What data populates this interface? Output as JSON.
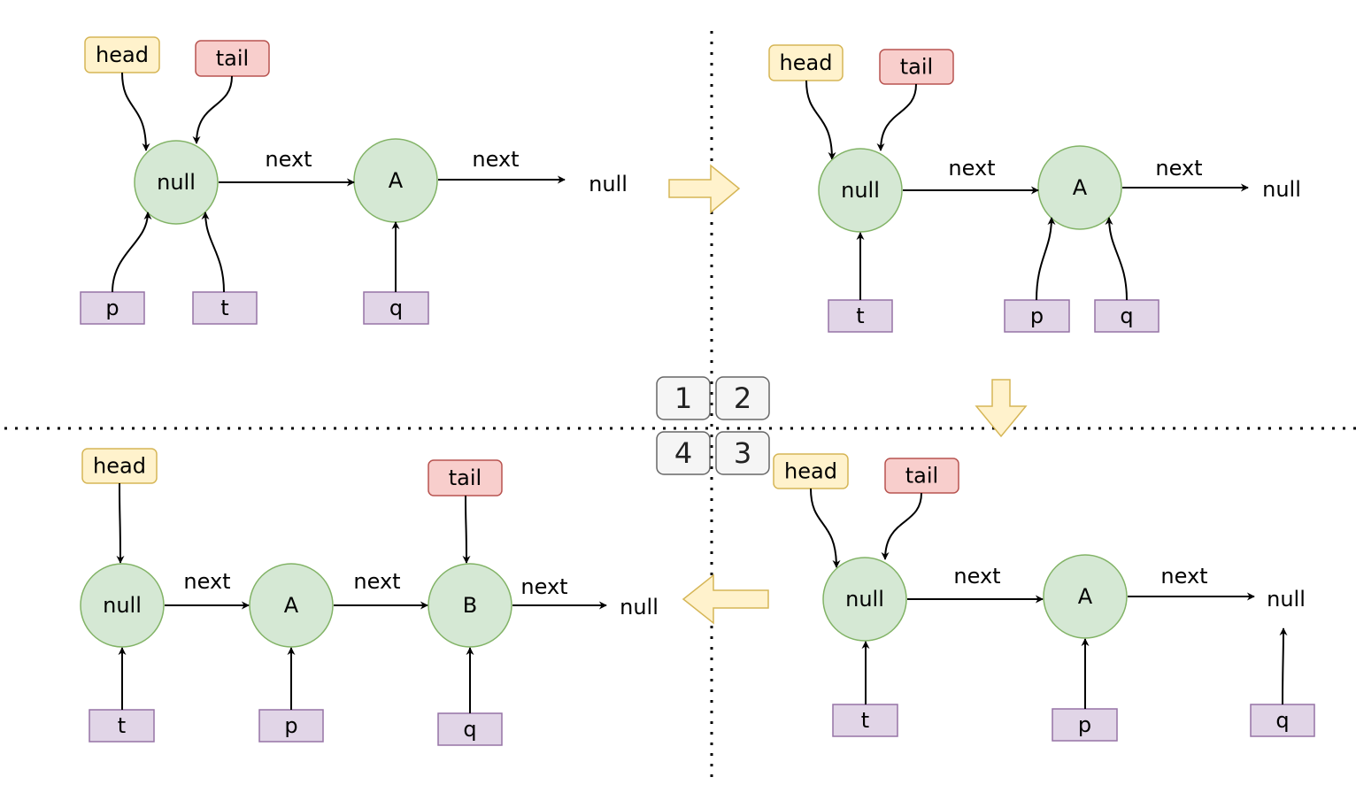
{
  "colors": {
    "head_fill": "#fff2cc",
    "head_stroke": "#d6b656",
    "tail_fill": "#f8cecc",
    "tail_stroke": "#b85450",
    "node_fill": "#d5e8d4",
    "node_stroke": "#82b366",
    "ptr_fill": "#e1d5e7",
    "ptr_stroke": "#9673a6",
    "step_fill": "#f5f5f5",
    "step_stroke": "#666666",
    "flow_fill": "#fff2cc",
    "flow_stroke": "#d6b656"
  },
  "steps": [
    "1",
    "2",
    "3",
    "4"
  ],
  "panels": [
    {
      "head": "head",
      "tail": "tail",
      "nodes": [
        "null",
        "A"
      ],
      "edges": [
        "next",
        "next"
      ],
      "terminal": "null",
      "pointers": [
        "p",
        "t",
        "q"
      ]
    },
    {
      "head": "head",
      "tail": "tail",
      "nodes": [
        "null",
        "A"
      ],
      "edges": [
        "next",
        "next"
      ],
      "terminal": "null",
      "pointers": [
        "t",
        "p",
        "q"
      ]
    },
    {
      "head": "head",
      "tail": "tail",
      "nodes": [
        "null",
        "A"
      ],
      "edges": [
        "next",
        "next"
      ],
      "terminal": "null",
      "pointers": [
        "t",
        "p",
        "q"
      ]
    },
    {
      "head": "head",
      "tail": "tail",
      "nodes": [
        "null",
        "A",
        "B"
      ],
      "edges": [
        "next",
        "next",
        "next"
      ],
      "terminal": "null",
      "pointers": [
        "t",
        "p",
        "q"
      ]
    }
  ]
}
